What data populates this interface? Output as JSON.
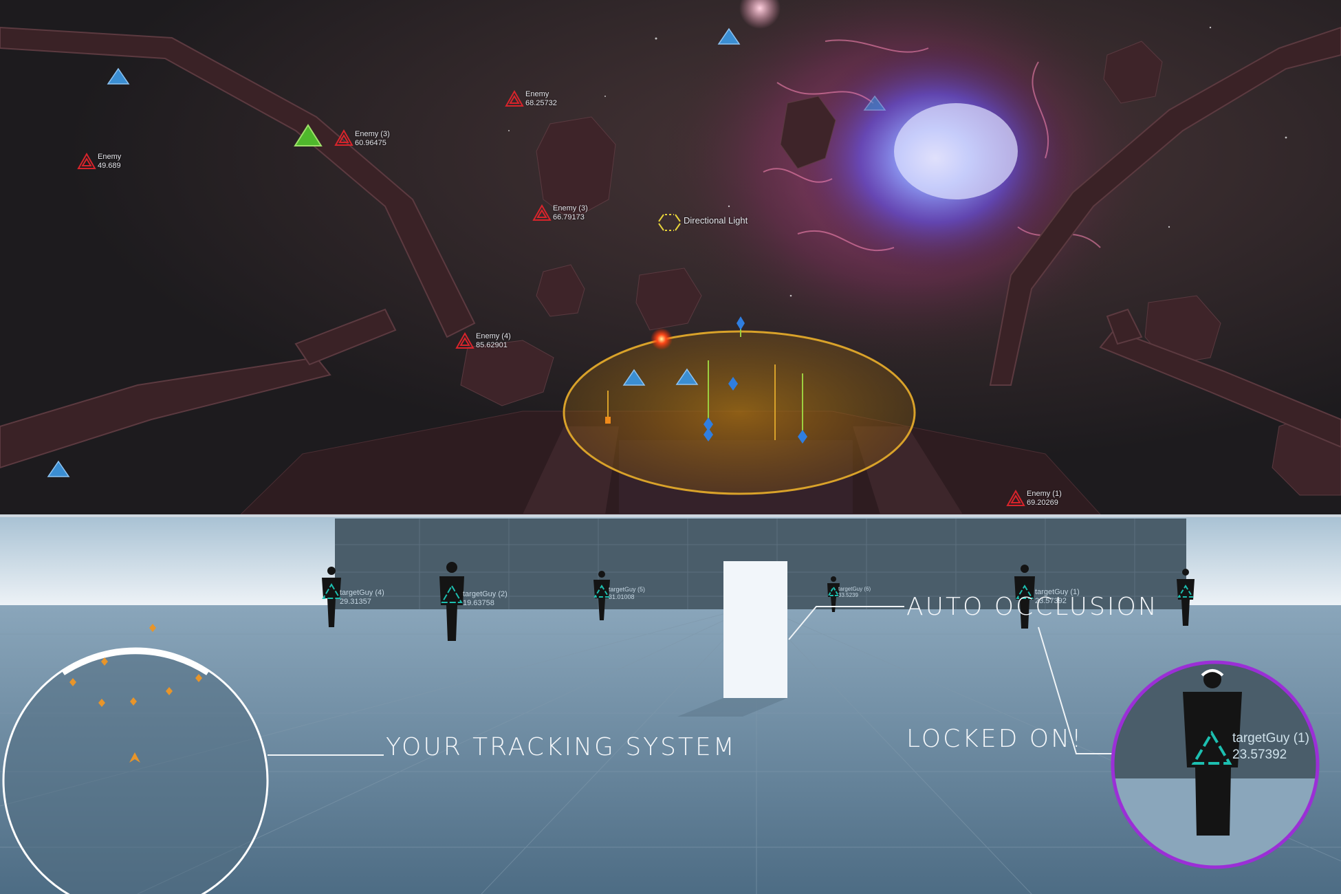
{
  "top_view": {
    "enemies": [
      {
        "name": "Enemy",
        "distance": "49.689"
      },
      {
        "name": "Enemy (3)",
        "distance": "60.96475"
      },
      {
        "name": "Enemy",
        "distance": "68.25732"
      },
      {
        "name": "Enemy (3)",
        "distance": "66.79173"
      },
      {
        "name": "Enemy (4)",
        "distance": "85.62901"
      },
      {
        "name": "Enemy (1)",
        "distance": "69.20269"
      }
    ],
    "light_label": "Directional Light",
    "colors": {
      "enemy": "#d8242b",
      "friendly": "#3b8ed2",
      "active": "#4fb82c",
      "radar": "#d9a22a"
    }
  },
  "bottom_view": {
    "targets": [
      {
        "name": "targetGuy (4)",
        "distance": "29.31357"
      },
      {
        "name": "targetGuy (2)",
        "distance": "19.63758"
      },
      {
        "name": "targetGuy (5)",
        "distance": "31.01008"
      },
      {
        "name": "targetGuy (6)",
        "distance": "33.5239"
      },
      {
        "name": "targetGuy (1)",
        "distance": "23.57392"
      }
    ],
    "callouts": {
      "auto_occlusion": "AUTO OCCLUSION",
      "tracking_system": "YOUR TRACKING SYSTEM",
      "locked_on": "LOCKED ON!"
    },
    "locked_target": {
      "name": "targetGuy (1)",
      "distance": "23.57392"
    },
    "colors": {
      "marker": "#1dbfb0",
      "radar_dot": "#e8952a",
      "zoom_ring": "#9b2fd6"
    }
  }
}
